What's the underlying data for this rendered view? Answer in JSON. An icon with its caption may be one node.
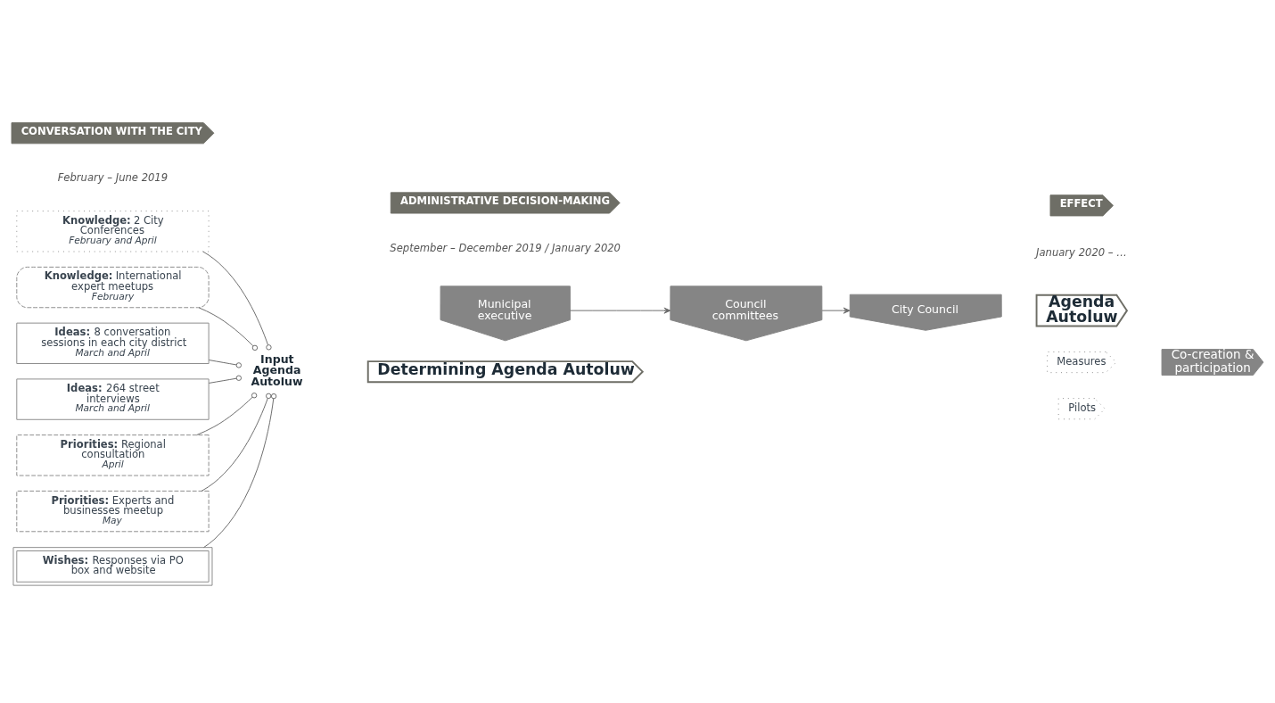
{
  "diagram": {
    "nodes": [
      {
        "text": [
          "CONVERSATION WITH THE CITY"
        ],
        "beside": [
          "February – June 2019"
        ]
      },
      {
        "text": [
          "ADMINISTRATIVE DECISION-MAKING"
        ],
        "beside": [
          "September – December 2019 / January 2020"
        ]
      },
      {
        "text": [
          "EFFECT"
        ],
        "beside": [
          "January 2020 – …"
        ]
      },
      {
        "text": [
          "**Knowledge:** 2 City Conferences",
          "February and April"
        ]
      },
      {
        "text": [
          "**Knowledge:** International expert meetups",
          "February"
        ]
      },
      {
        "text": [
          "**Ideas:** 8 conversation sessions in each city district",
          "March and April"
        ]
      },
      {
        "text": [
          "**Ideas:** 264 street interviews",
          "March and April"
        ]
      },
      {
        "text": [
          "**Priorities:** Regional consultation",
          "April"
        ]
      },
      {
        "text": [
          "**Priorities:** Experts and businesses meetup",
          "May"
        ]
      },
      {
        "text": [
          "**Wishes:** Responses via PO box and website"
        ]
      },
      {
        "text": [
          "Input Agenda Autoluw"
        ]
      },
      {
        "text": [
          "Municipal executive"
        ]
      },
      {
        "text": [
          "Council committees"
        ]
      },
      {
        "text": [
          "City Council"
        ]
      },
      {
        "text": [
          "Determining Agenda Autoluw"
        ]
      },
      {
        "text": [
          "Agenda Autoluw"
        ]
      },
      {
        "text": [
          "Measures"
        ]
      },
      {
        "text": [
          "Pilots"
        ]
      },
      {
        "text": [
          "Co-creation & participation"
        ]
      }
    ],
    "edges": [
      {
        "from": 3,
        "to": 10,
        "arrow": "other"
      },
      {
        "from": 4,
        "to": 10,
        "arrow": "other"
      },
      {
        "from": 5,
        "to": 10,
        "arrow": "other"
      },
      {
        "from": 6,
        "to": 10,
        "arrow": "other"
      },
      {
        "from": 7,
        "to": 10,
        "arrow": "other"
      },
      {
        "from": 8,
        "to": 10,
        "arrow": "other"
      },
      {
        "from": 9,
        "to": 10,
        "arrow": "other"
      },
      {
        "from": 11,
        "to": 12,
        "arrow": "to"
      },
      {
        "from": 12,
        "to": 13,
        "arrow": "to"
      }
    ]
  }
}
